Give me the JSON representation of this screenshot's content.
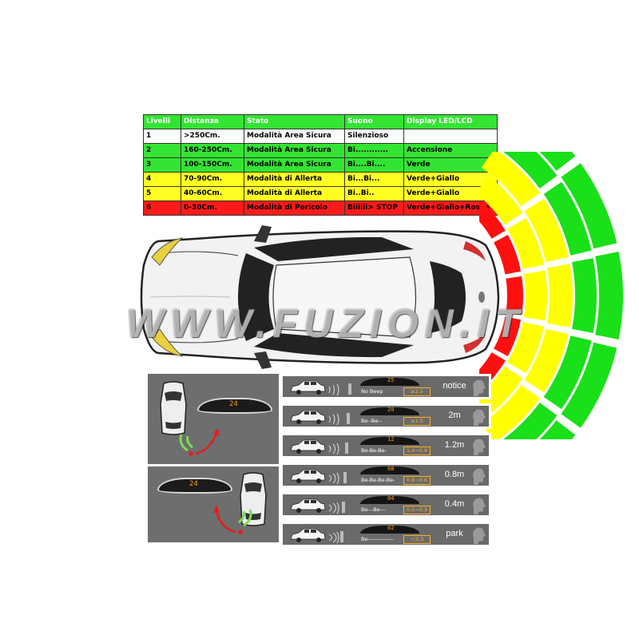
{
  "table": {
    "headers": [
      "Livelli",
      "Distanza",
      "Stato",
      "Suono",
      "Display LED/LCD"
    ],
    "rows": [
      {
        "cells": [
          "1",
          ">250Cm.",
          "Modalità Area Sicura",
          "Silenzioso",
          ""
        ],
        "color": "white"
      },
      {
        "cells": [
          "2",
          "160-250Cm.",
          "Modalità Area Sicura",
          "Bi............",
          "Accensione"
        ],
        "color": "green"
      },
      {
        "cells": [
          "3",
          "100-150Cm.",
          "Modalità Area Sicura",
          "Bi....Bi....",
          "Verde"
        ],
        "color": "green"
      },
      {
        "cells": [
          "4",
          "70-90Cm.",
          "Modalità di Allerta",
          "Bi...Bi...",
          "Verde+Giallo"
        ],
        "color": "yellow"
      },
      {
        "cells": [
          "5",
          "40-60Cm.",
          "Modalità di Allerta",
          "Bi..Bi..",
          "Verde+Giallo"
        ],
        "color": "yellow"
      },
      {
        "cells": [
          "6",
          "0-30Cm.",
          "Modalità di Pericolo",
          "Biiiiii> STOP",
          "Verde+Giallo+Rosso"
        ],
        "color": "red"
      }
    ]
  },
  "watermark": "WWW.FUZION.IT",
  "colors": {
    "green": "#19e019",
    "yellow": "#ffff00",
    "red": "#ff1010",
    "panel": "#6e6e6e",
    "display_digits": "#ff9a1a"
  },
  "left_panel": {
    "top_display": "24",
    "bottom_display": "24"
  },
  "steps": [
    {
      "display": "25",
      "beep": "No Beep",
      "range": "≥2.5",
      "label": "notice"
    },
    {
      "display": "20",
      "beep": "Be--Be--",
      "range": "≥1.5",
      "label": "2m"
    },
    {
      "display": "12",
      "beep": "Be-Be-Be-",
      "range": "1.4~0.9",
      "label": "1.2m"
    },
    {
      "display": "08",
      "beep": "Be-Be-Be-Be-",
      "range": "0.8~0.6",
      "label": "0.8m"
    },
    {
      "display": "04",
      "beep": "Be---Be---",
      "range": "0.5~0.3",
      "label": "0.4m"
    },
    {
      "display": "02",
      "beep": "Be—————",
      "range": "＜0.3",
      "label": "park"
    }
  ]
}
